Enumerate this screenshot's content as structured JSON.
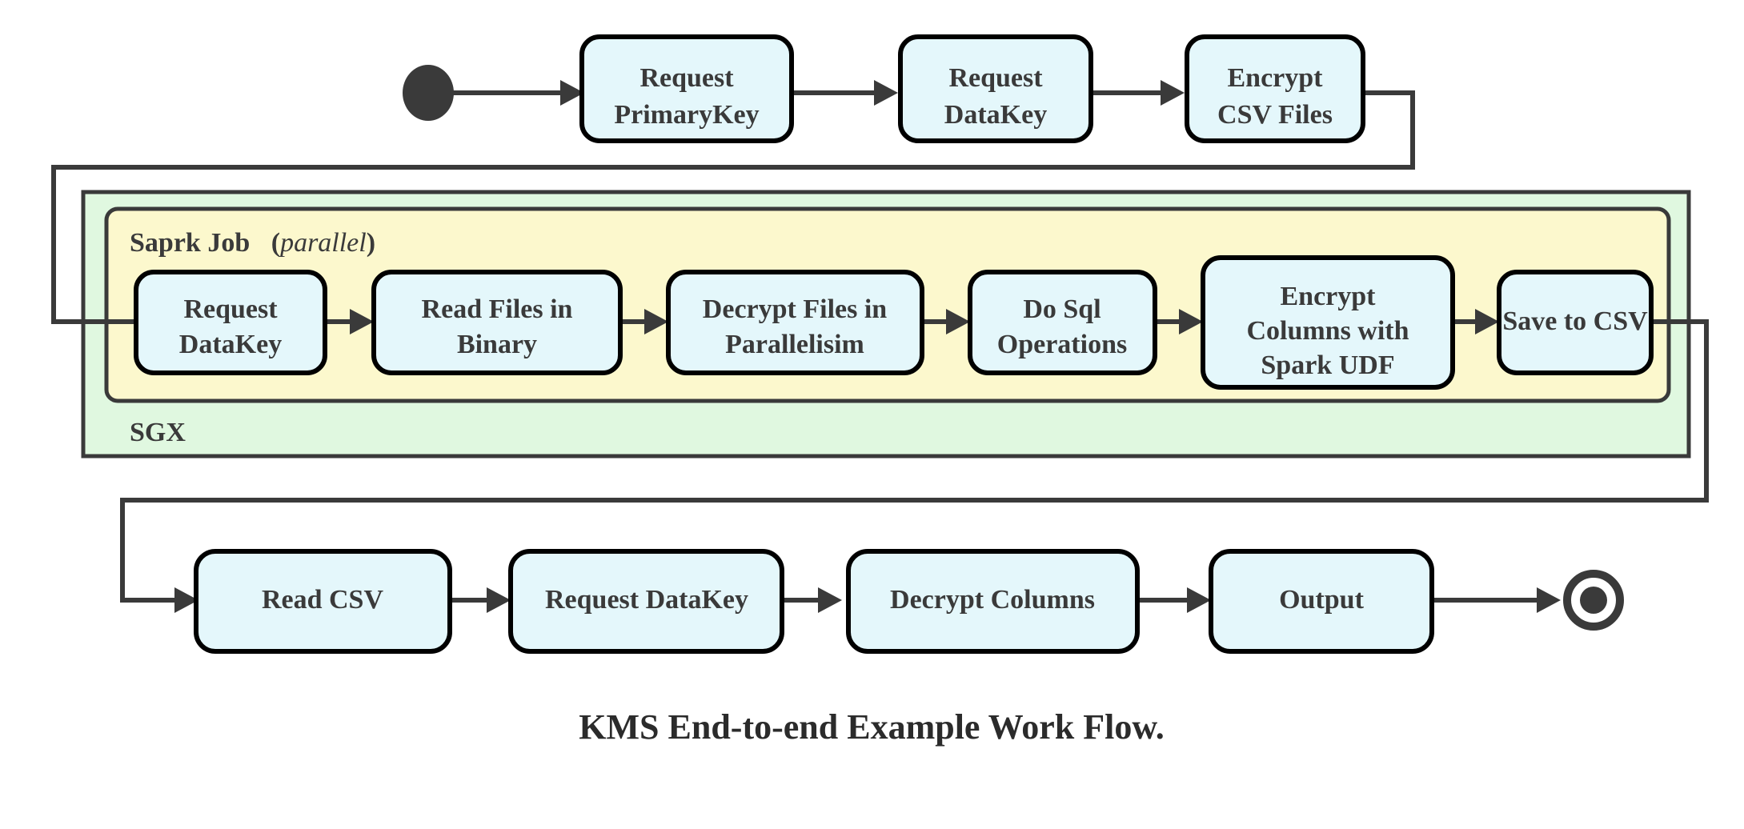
{
  "diagram": {
    "caption": "KMS End-to-end Example Work Flow.",
    "type": "uml-activity-diagram",
    "colors": {
      "node_fill": "#e4f7fb",
      "node_border": "#000000",
      "sgx_container_fill": "#e0f8e0",
      "spark_container_fill": "#fcf8cd",
      "container_border": "#3a3a3a",
      "edge": "#3a3a3a",
      "text": "#3a3a3a",
      "background": "#ffffff"
    },
    "start_node": {
      "name": "start-node",
      "shape": "filled-circle"
    },
    "end_node": {
      "name": "end-node",
      "shape": "bullseye"
    },
    "containers": [
      {
        "id": "sgx",
        "label": "SGX",
        "label_position": "bottom-left",
        "fill": "#e0f8e0"
      },
      {
        "id": "spark-job",
        "label": "Saprk Job",
        "label_suffix_open": "(",
        "label_suffix_italic": "parallel",
        "label_suffix_close": ")",
        "label_position": "top-left",
        "fill": "#fcf8cd"
      }
    ],
    "rows": {
      "top": {
        "nodes": [
          {
            "id": "request-primarykey",
            "lines": [
              "Request",
              "PrimaryKey"
            ]
          },
          {
            "id": "request-datakey-top",
            "lines": [
              "Request",
              "DataKey"
            ]
          },
          {
            "id": "encrypt-csv-files",
            "lines": [
              "Encrypt",
              "CSV Files"
            ]
          }
        ]
      },
      "middle": {
        "nodes": [
          {
            "id": "request-datakey-spark",
            "lines": [
              "Request",
              "DataKey"
            ]
          },
          {
            "id": "read-files-in-binary",
            "lines": [
              "Read Files in",
              "Binary"
            ]
          },
          {
            "id": "decrypt-files-in-parallelisim",
            "lines": [
              "Decrypt Files in",
              "Parallelisim"
            ]
          },
          {
            "id": "do-sql-operations",
            "lines": [
              "Do Sql",
              "Operations"
            ]
          },
          {
            "id": "encrypt-columns-with-spark-udf",
            "lines": [
              "Encrypt",
              "Columns with",
              "Spark UDF"
            ]
          },
          {
            "id": "save-to-csv",
            "lines": [
              "Save to CSV"
            ]
          }
        ]
      },
      "bottom": {
        "nodes": [
          {
            "id": "read-csv",
            "lines": [
              "Read CSV"
            ]
          },
          {
            "id": "request-datakey-bottom",
            "lines": [
              "Request DataKey"
            ]
          },
          {
            "id": "decrypt-columns",
            "lines": [
              "Decrypt Columns"
            ]
          },
          {
            "id": "output",
            "lines": [
              "Output"
            ]
          }
        ]
      }
    },
    "edges": [
      {
        "from": "start-node",
        "to": "request-primarykey"
      },
      {
        "from": "request-primarykey",
        "to": "request-datakey-top"
      },
      {
        "from": "request-datakey-top",
        "to": "encrypt-csv-files"
      },
      {
        "from": "encrypt-csv-files",
        "to": "request-datakey-spark",
        "routing": "around-left"
      },
      {
        "from": "request-datakey-spark",
        "to": "read-files-in-binary"
      },
      {
        "from": "read-files-in-binary",
        "to": "decrypt-files-in-parallelisim"
      },
      {
        "from": "decrypt-files-in-parallelisim",
        "to": "do-sql-operations"
      },
      {
        "from": "do-sql-operations",
        "to": "encrypt-columns-with-spark-udf"
      },
      {
        "from": "encrypt-columns-with-spark-udf",
        "to": "save-to-csv"
      },
      {
        "from": "save-to-csv",
        "to": "read-csv",
        "routing": "around-right"
      },
      {
        "from": "read-csv",
        "to": "request-datakey-bottom"
      },
      {
        "from": "request-datakey-bottom",
        "to": "decrypt-columns"
      },
      {
        "from": "decrypt-columns",
        "to": "output"
      },
      {
        "from": "output",
        "to": "end-node"
      }
    ]
  }
}
